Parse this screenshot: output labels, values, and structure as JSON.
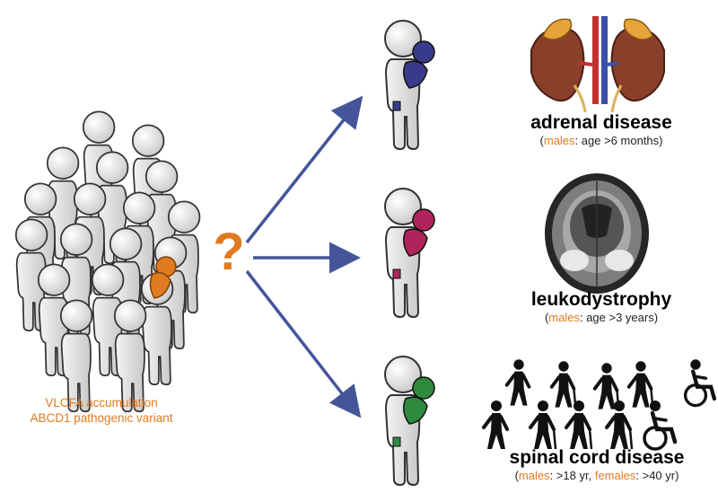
{
  "crowd": {
    "caption_line1": "VLCFA accumulation",
    "caption_line2": "ABCD1 pathogenic variant"
  },
  "question_mark": "?",
  "outcomes": [
    {
      "title": "adrenal disease",
      "paren_open": "(",
      "sex1": "males",
      "detail1": ": age >6 months)",
      "child_color": "#3a3a8c",
      "image_icon": "adrenal-kidney-icon"
    },
    {
      "title": "leukodystrophy",
      "paren_open": "(",
      "sex1": "males",
      "detail1": ": age >3 years)",
      "child_color": "#b0245c",
      "image_icon": "brain-mri-icon"
    },
    {
      "title": "spinal cord disease",
      "paren_open": "(",
      "sex1": "males",
      "detail1": ": >18 yr, ",
      "sex2": "females",
      "detail2": ": >40 yr)",
      "child_color": "#2e8a3c",
      "image_icon": "mobility-decline-icon"
    }
  ],
  "colors": {
    "arrow": "#44559a",
    "accent": "#e07b22",
    "figure_fill": "#e6e6e6",
    "figure_stroke": "#333333"
  }
}
